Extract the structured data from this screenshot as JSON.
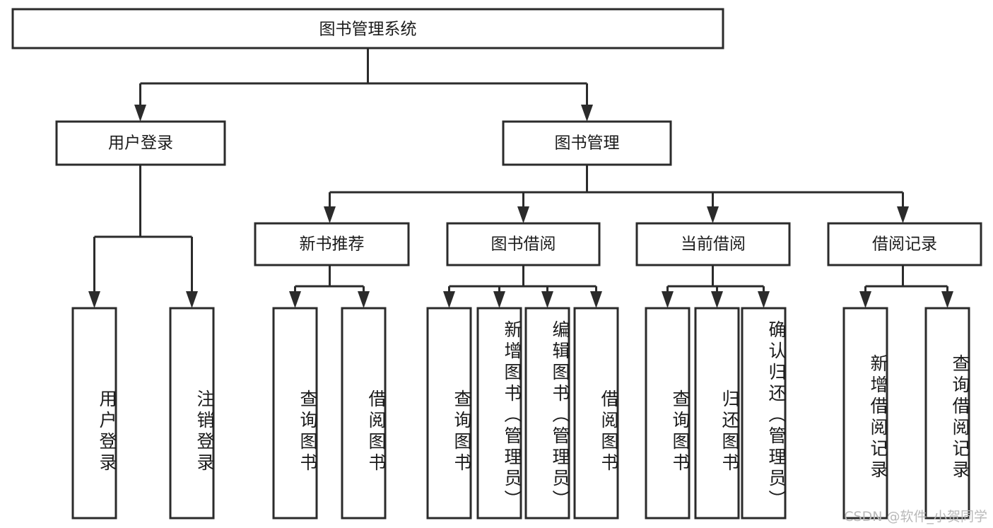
{
  "diagram": {
    "type": "tree-hierarchy",
    "title_node": {
      "label": "图书管理系统"
    },
    "level2": [
      {
        "id": "user-login",
        "label": "用户登录"
      },
      {
        "id": "book-management",
        "label": "图书管理"
      }
    ],
    "level3": [
      {
        "id": "new-book-recommend",
        "label": "新书推荐"
      },
      {
        "id": "book-borrow",
        "label": "图书借阅"
      },
      {
        "id": "current-borrow",
        "label": "当前借阅"
      },
      {
        "id": "borrow-record",
        "label": "借阅记录"
      }
    ],
    "leaves": [
      {
        "id": "leaf-user-login",
        "label": "用户登录"
      },
      {
        "id": "leaf-logout-login",
        "label": "注销登录"
      },
      {
        "id": "leaf-query-book-1",
        "label": "查询图书"
      },
      {
        "id": "leaf-borrow-book-1",
        "label": "借阅图书"
      },
      {
        "id": "leaf-query-book-2",
        "label": "查询图书"
      },
      {
        "id": "leaf-add-book",
        "label": "新增图书（管理员）"
      },
      {
        "id": "leaf-edit-book",
        "label": "编辑图书（管理员）"
      },
      {
        "id": "leaf-borrow-book-2",
        "label": "借阅图书"
      },
      {
        "id": "leaf-query-book-3",
        "label": "查询图书"
      },
      {
        "id": "leaf-return-book",
        "label": "归还图书"
      },
      {
        "id": "leaf-confirm-return",
        "label": "确认归还（管理员）"
      },
      {
        "id": "leaf-add-record",
        "label": "新增借阅记录"
      },
      {
        "id": "leaf-query-record",
        "label": "查询借阅记录"
      }
    ]
  },
  "watermark": {
    "text": "CSDN @软件_小贺同学"
  },
  "colors": {
    "stroke": "#2b2b2b",
    "box_fill": "#ffffff",
    "text": "#1b1b1b",
    "watermark": "#b9b9b9",
    "background": "#ffffff"
  }
}
